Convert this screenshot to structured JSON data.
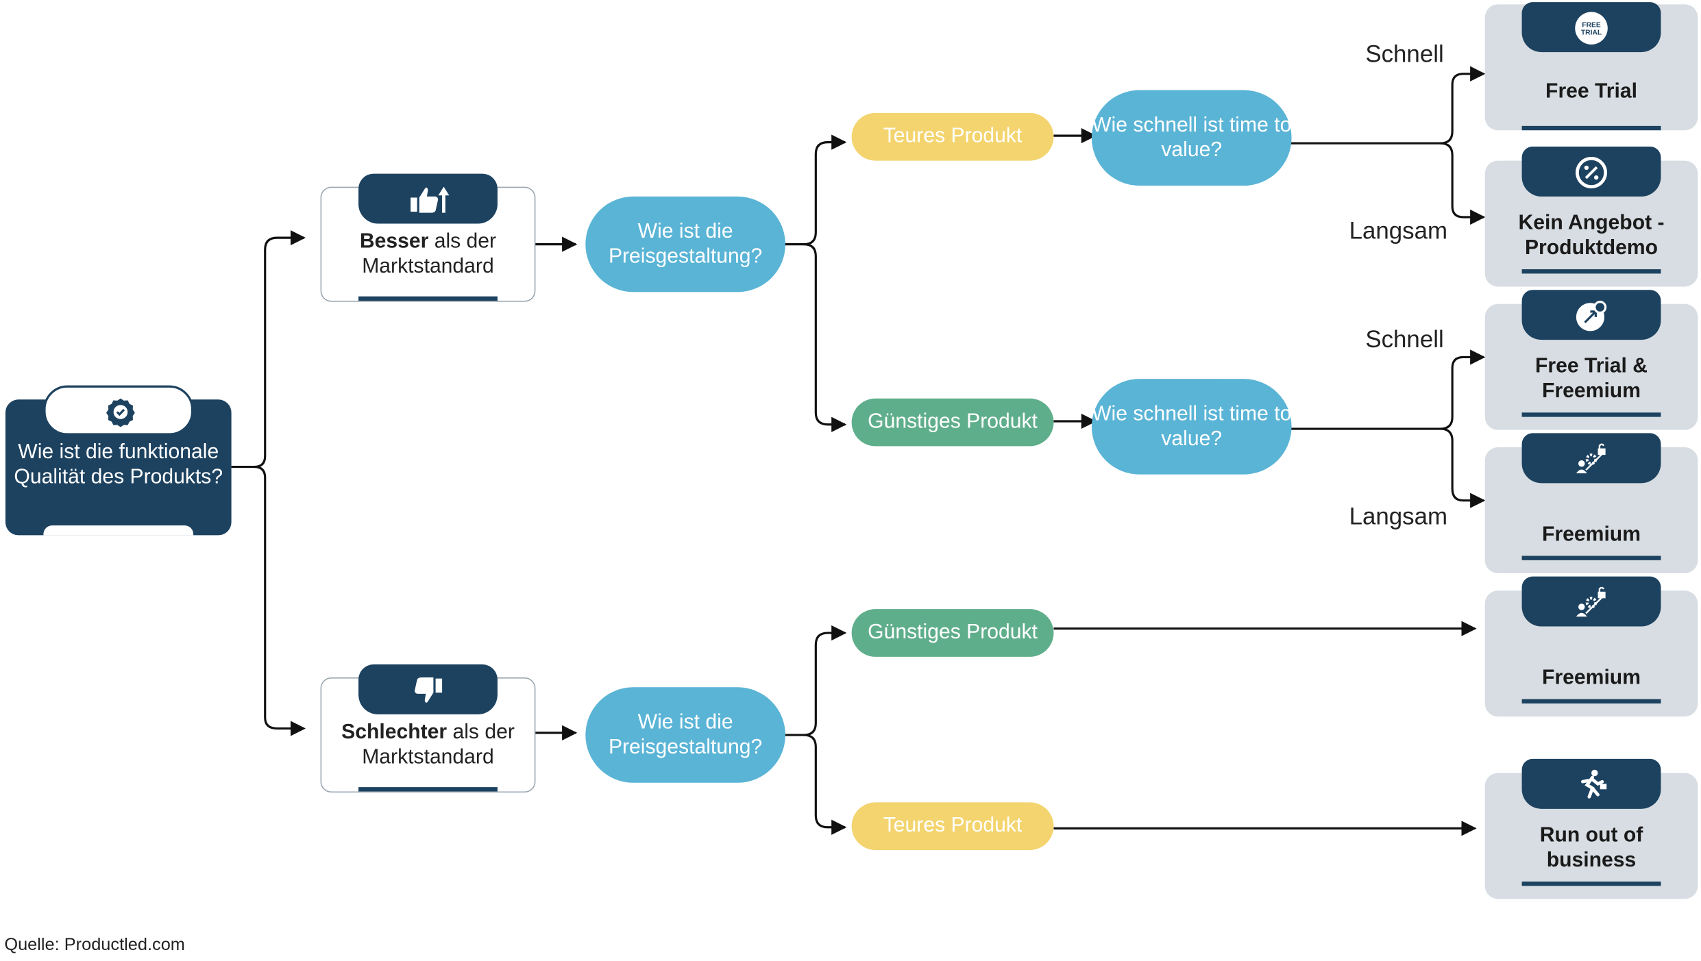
{
  "root": {
    "text": "Wie ist die funktionale Qualität des Produkts?",
    "icon": "award-badge-icon"
  },
  "quality": {
    "better": {
      "bold": "Besser",
      "rest": " als der Marktstandard",
      "icon": "thumbs-up-arrow-icon"
    },
    "worse": {
      "bold": "Schlechter",
      "rest": " als der Marktstandard",
      "icon": "thumbs-down-icon"
    }
  },
  "pricing_question": "Wie ist die Preisgestaltung?",
  "price": {
    "expensive": "Teures Produkt",
    "cheap": "Günstiges Produkt"
  },
  "ttv_question": "Wie schnell ist time to value?",
  "speed": {
    "fast": "Schnell",
    "slow": "Langsam"
  },
  "outcomes": {
    "free_trial": "Free Trial",
    "no_offer": "Kein Angebot - Produktdemo",
    "trial_freemium": "Free Trial & Freemium",
    "freemium": "Freemium",
    "freemium_2": "Freemium",
    "out_of_business": "Run out of business"
  },
  "free_trial_badge": "FREE TRIAL",
  "source": "Quelle: Productled.com",
  "colors": {
    "navy": "#1d4260",
    "blue": "#5ab4d6",
    "yellow": "#f3d46e",
    "green": "#5fae8b",
    "grey": "#d7dde2"
  }
}
